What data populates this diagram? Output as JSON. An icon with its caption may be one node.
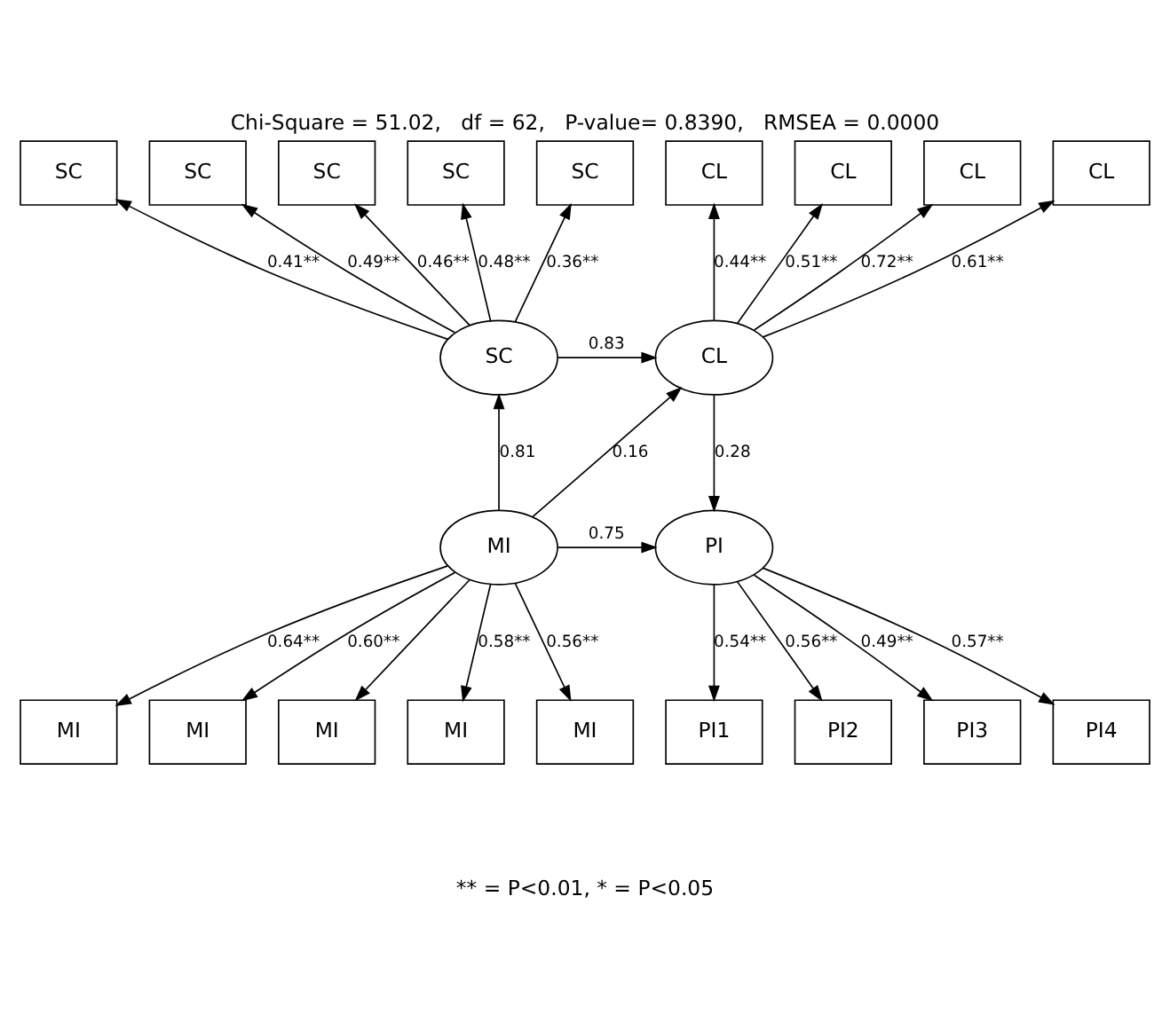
{
  "diagram": {
    "title": "Chi-Square = 51.02,   df = 62,   P-value= 0.8390,   RMSEA = 0.0000",
    "caption": "** = P<0.01, * = P<0.05",
    "nodes": [
      {
        "text": [
          "SC"
        ]
      },
      {
        "text": [
          "SC"
        ]
      },
      {
        "text": [
          "SC"
        ]
      },
      {
        "text": [
          "SC"
        ]
      },
      {
        "text": [
          "SC"
        ]
      },
      {
        "text": [
          "CL"
        ]
      },
      {
        "text": [
          "CL"
        ]
      },
      {
        "text": [
          "CL"
        ]
      },
      {
        "text": [
          "CL"
        ]
      },
      {
        "text": [
          "SC"
        ]
      },
      {
        "text": [
          "CL"
        ]
      },
      {
        "text": [
          "MI"
        ]
      },
      {
        "text": [
          "PI"
        ]
      },
      {
        "text": [
          "MI"
        ]
      },
      {
        "text": [
          "MI"
        ]
      },
      {
        "text": [
          "MI"
        ]
      },
      {
        "text": [
          "MI"
        ]
      },
      {
        "text": [
          "MI"
        ]
      },
      {
        "text": [
          "PI1"
        ]
      },
      {
        "text": [
          "PI2"
        ]
      },
      {
        "text": [
          "PI3"
        ]
      },
      {
        "text": [
          "PI4"
        ]
      }
    ],
    "edges": [
      {
        "from": 9,
        "to": 0,
        "arrow": "to",
        "label": "0.41**"
      },
      {
        "from": 9,
        "to": 1,
        "arrow": "to",
        "label": "0.49**"
      },
      {
        "from": 9,
        "to": 2,
        "arrow": "to",
        "label": "0.46**"
      },
      {
        "from": 9,
        "to": 3,
        "arrow": "to",
        "label": "0.48**"
      },
      {
        "from": 9,
        "to": 4,
        "arrow": "to",
        "label": "0.36**"
      },
      {
        "from": 10,
        "to": 5,
        "arrow": "to",
        "label": "0.44**"
      },
      {
        "from": 10,
        "to": 6,
        "arrow": "to",
        "label": "0.51**"
      },
      {
        "from": 10,
        "to": 7,
        "arrow": "to",
        "label": "0.72**"
      },
      {
        "from": 10,
        "to": 8,
        "arrow": "to",
        "label": "0.61**"
      },
      {
        "from": 9,
        "to": 10,
        "arrow": "to",
        "label": "0.83"
      },
      {
        "from": 11,
        "to": 9,
        "arrow": "to",
        "label": "0.81"
      },
      {
        "from": 11,
        "to": 10,
        "arrow": "to",
        "label": "0.16"
      },
      {
        "from": 10,
        "to": 12,
        "arrow": "to",
        "label": "0.28"
      },
      {
        "from": 11,
        "to": 12,
        "arrow": "to",
        "label": "0.75"
      },
      {
        "from": 11,
        "to": 13,
        "arrow": "to",
        "label": "0.64**"
      },
      {
        "from": 11,
        "to": 14,
        "arrow": "to",
        "label": "0.60**"
      },
      {
        "from": 11,
        "to": 15,
        "arrow": "to"
      },
      {
        "from": 11,
        "to": 16,
        "arrow": "to",
        "label": "0.58**"
      },
      {
        "from": 11,
        "to": 17,
        "arrow": "to",
        "label": "0.56**"
      },
      {
        "from": 12,
        "to": 18,
        "arrow": "to",
        "label": "0.54**"
      },
      {
        "from": 12,
        "to": 19,
        "arrow": "to",
        "label": "0.56**"
      },
      {
        "from": 12,
        "to": 20,
        "arrow": "to",
        "label": "0.49**"
      },
      {
        "from": 12,
        "to": 21,
        "arrow": "to",
        "label": "0.57**"
      }
    ]
  }
}
